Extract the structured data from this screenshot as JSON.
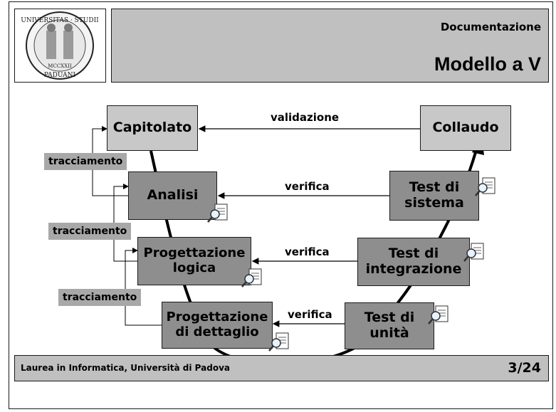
{
  "header": {
    "subtitle": "Documentazione",
    "title": "Modello a V"
  },
  "logo": {
    "alt_text": "UNIVERSITAS STUDII PADUANI seal",
    "year_text": "MCCXXII"
  },
  "diagram": {
    "left_boxes": [
      {
        "id": "capitolato",
        "lines": [
          "Capitolato"
        ]
      },
      {
        "id": "analisi",
        "lines": [
          "Analisi"
        ]
      },
      {
        "id": "progettazione-logica",
        "lines": [
          "Progettazione",
          "logica"
        ]
      },
      {
        "id": "progettazione-dettaglio",
        "lines": [
          "Progettazione",
          "di dettaglio"
        ]
      }
    ],
    "right_boxes": [
      {
        "id": "collaudo",
        "lines": [
          "Collaudo"
        ]
      },
      {
        "id": "test-sistema",
        "lines": [
          "Test di",
          "sistema"
        ]
      },
      {
        "id": "test-integrazione",
        "lines": [
          "Test di",
          "integrazione"
        ]
      },
      {
        "id": "test-unita",
        "lines": [
          "Test di",
          "unità"
        ]
      }
    ],
    "arrow_labels": [
      "validazione",
      "verifica",
      "verifica",
      "verifica"
    ],
    "trace_tags": [
      "tracciamento",
      "tracciamento",
      "tracciamento"
    ]
  },
  "footer": {
    "text": "Laurea in Informatica, Università di Padova",
    "page": "3/24"
  },
  "colors": {
    "header_bg": "#c0c0c0",
    "box_light": "#c8c8c8",
    "box_dark": "#8e8e8e",
    "tag_bg": "#a8a8a8",
    "line": "#000000"
  }
}
